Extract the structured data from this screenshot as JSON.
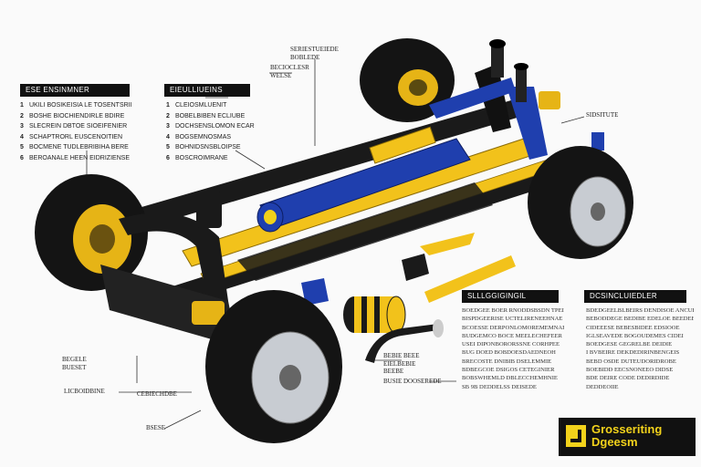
{
  "panels": {
    "left": {
      "title": "ESE  ENSINMNER",
      "items": [
        {
          "num": "1",
          "text": "UKILI BOSIKEISIA LE TOSENTSRII"
        },
        {
          "num": "2",
          "text": "BOSHE BIOCHIENDIRLE BDIRE"
        },
        {
          "num": "3",
          "text": "SLECREIN DBTOE SIOEIFENIER"
        },
        {
          "num": "4",
          "text": "SCHAPTRORL EUSCENOITIEN"
        },
        {
          "num": "5",
          "text": "BOCMENE TUDLEBRIBIHA BERE"
        },
        {
          "num": "6",
          "text": "BEROANALE HEEN EIDRIZIENSE"
        }
      ]
    },
    "middle": {
      "title": "EIEULLIUEINS",
      "items": [
        {
          "num": "1",
          "text": "CLEIOSMLUENIT"
        },
        {
          "num": "2",
          "text": "BOBELBIBEN ECLIUBE"
        },
        {
          "num": "3",
          "text": "DOCHSENSLOMON ECAR"
        },
        {
          "num": "4",
          "text": "BOGSEMNOSMAS"
        },
        {
          "num": "5",
          "text": "BOHNIDSNSBLOIPSE"
        },
        {
          "num": "6",
          "text": "BOSCROIMRANE"
        }
      ]
    },
    "right_a": {
      "title": "SLLLGGIGINGIL",
      "lines": [
        "BOEDGEE BOER RNODDSBSDN TPEILEY",
        "BISPDGEERISE UCTELIRENEEHNAE",
        "BCOESSE DERPONLOMOREMEMNAEL",
        "BUDGEMCO BOCE MEELECHEFEER",
        "USEI DIPONBORORSSNE CORHPEE",
        "BUG DOED BOBDOESDAEDNEOH",
        "BRECOSTE DNIBIB DSELEMMIE",
        "BDBEGCOE DSIGOS CETEGINIER",
        "BOBSWHEMLD DBLECCHEMHNIE",
        "SB 9B DEDDELSS DEISEDE"
      ]
    },
    "right_b": {
      "title": "DCSINCLUIEDLER",
      "lines": [
        "BDEDGEELBLBEIRS DENDISOE ANCUBIE",
        "BEBODDEGE BEDIBE EDELOE BEEDEE",
        "CIDEEESE BEBESBIDEE EDSIOOE",
        "IGLSEAVEDE BOGOUDEMES CIDEI",
        "BOEDGESE GEGRELBE DEIDIE",
        "I BVBEIRE DEKDEDIRINBENGEIS",
        "BEBD OSDE DUTEUDORIDROBE",
        "BOEBIDD EECSNONEEO DIDSE",
        "BDE DEIRE CODE DEDIRDIDE",
        "DEDDEOIIE"
      ]
    }
  },
  "callouts": {
    "top_center": [
      "SERIESTUEIEDE",
      "BOBLEDE"
    ],
    "top_left_small": [
      "BECIOCLESR",
      "WELSE"
    ],
    "right_small": "SIDSITUTE",
    "bottom_left_a": [
      "BEGELE",
      "BUESET"
    ],
    "bottom_left_b": "LICBOIDBINE",
    "bottom_mid_a": "CEBIECHDBE",
    "bottom_center": [
      "BEBIE BEEE",
      "EIELBEBIE",
      "BEEBE"
    ],
    "bottom_center2": "BUSIE DOOSEREDE",
    "bottom_far": "BSESE"
  },
  "logo": {
    "line1": "Grosseriting",
    "line2": "Dgeesm"
  },
  "colors": {
    "frame": "#f2c21b",
    "shaft": "#1f3fae",
    "tire": "#141414",
    "rim": "#c8ccd2",
    "accent": "#f2d21b"
  }
}
